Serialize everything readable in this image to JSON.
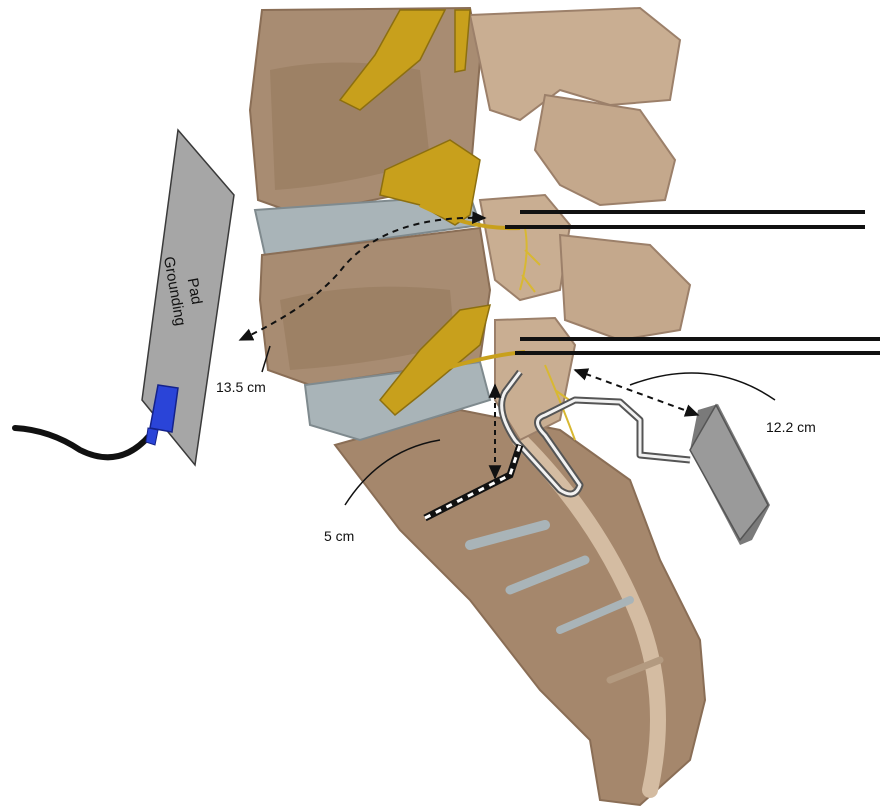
{
  "grounding_pad": {
    "line1": "Grounding",
    "line2": "Pad"
  },
  "distances": {
    "pad": "13.5 cm",
    "lead": "5 cm",
    "generator": "12.2 cm"
  },
  "colors": {
    "bone": "#a88c72",
    "bone_light": "#c9ae92",
    "bone_dark": "#8a6e56",
    "disc": "#a9b4b8",
    "nerve": "#c8a01c",
    "pad": "#a6a6a6",
    "connector": "#2a44d8",
    "probe": "#111111",
    "generator": "#8e8e8e"
  },
  "icons": {
    "pad": "grounding-pad-icon",
    "generator": "pulse-generator-icon",
    "probes": "rf-probe-icon"
  }
}
